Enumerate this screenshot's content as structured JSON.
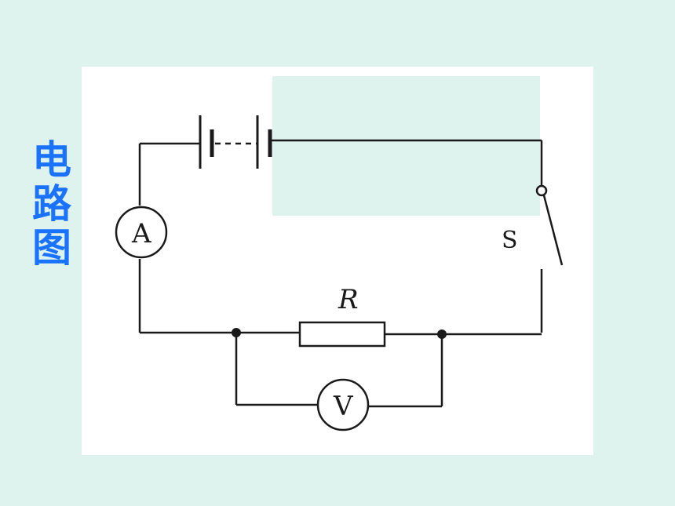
{
  "slide": {
    "side_title": "电路图",
    "background_color": "#dff3ee",
    "title_color": "#1a73ff"
  },
  "circuit": {
    "ammeter_label": "A",
    "voltmeter_label": "V",
    "resistor_label": "R",
    "switch_label": "S",
    "cover_box_color": "#dff3ee"
  }
}
